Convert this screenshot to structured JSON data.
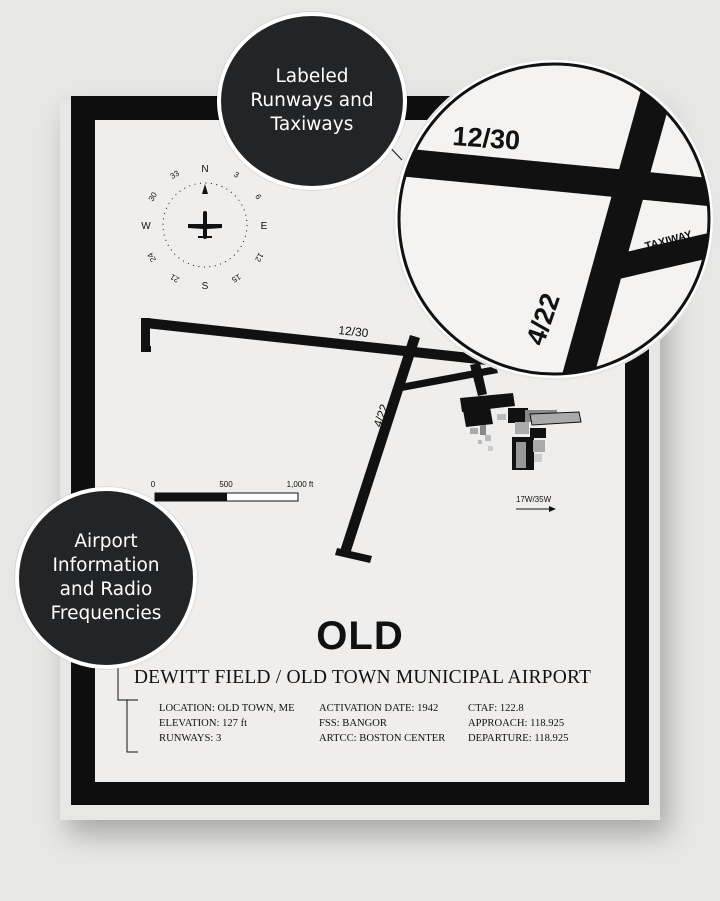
{
  "callouts": {
    "runways": "Labeled\nRunways and\nTaxiways",
    "info": "Airport\nInformation\nand Radio\nFrequencies"
  },
  "map": {
    "runway_1": "12/30",
    "runway_2": "4/22",
    "taxiway": "TAXIWAY",
    "magnetic_variation": "17W/35W",
    "scale": {
      "zero": "0",
      "mid": "500",
      "end": "1,000 ft"
    }
  },
  "zoom": {
    "runway_1": "12/30",
    "runway_2": "4/22",
    "taxiway": "TAXIWAY"
  },
  "compass": {
    "N": "N",
    "E": "E",
    "S": "S",
    "W": "W",
    "t3": "3",
    "t6": "6",
    "t12": "12",
    "t15": "15",
    "t21": "21",
    "t24": "24",
    "t30": "30",
    "t33": "33"
  },
  "airport": {
    "code": "OLD",
    "name": "DEWITT FIELD / OLD TOWN MUNICIPAL AIRPORT"
  },
  "info": {
    "col1": [
      "LOCATION: OLD TOWN, ME",
      "ELEVATION: 127 ft",
      "RUNWAYS: 3"
    ],
    "col2": [
      "ACTIVATION DATE: 1942",
      "FSS: BANGOR",
      "ARTCC: BOSTON CENTER"
    ],
    "col3": [
      "CTAF: 122.8",
      "APPROACH: 118.925",
      "DEPARTURE: 118.925"
    ]
  },
  "colors": {
    "frame": "#0e0e0e",
    "mat": "#efeeec",
    "bubble": "#232426",
    "ink": "#111111"
  }
}
